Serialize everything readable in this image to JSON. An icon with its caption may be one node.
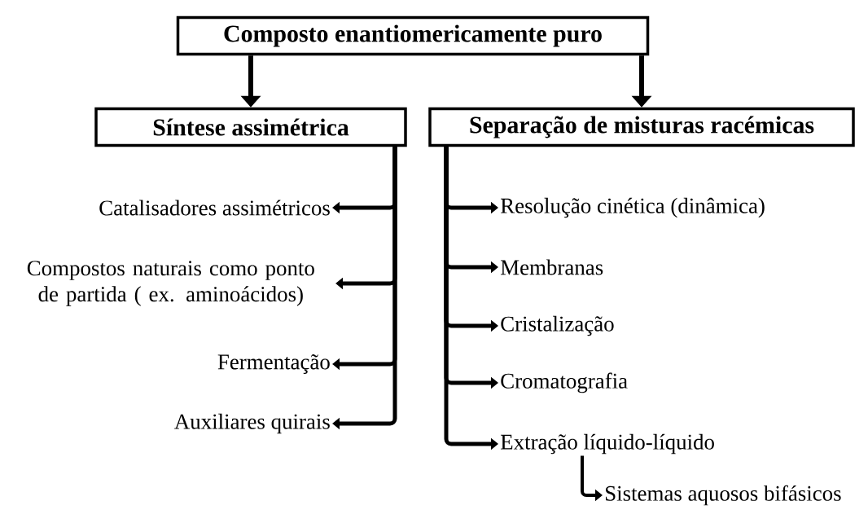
{
  "diagram": {
    "nodes": [
      {
        "text": [
          "Composto enantiomericamente puro"
        ]
      },
      {
        "text": [
          "Síntese assimétrica"
        ]
      },
      {
        "text": [
          "Separação de misturas racémicas"
        ]
      },
      {
        "text": [
          "Catalisadores assimétricos"
        ]
      },
      {
        "text": [
          "Compostos naturais como ponto de partida ( ex. aminoácidos)"
        ]
      },
      {
        "text": [
          "Fermentação"
        ]
      },
      {
        "text": [
          "Auxiliares quirais"
        ]
      },
      {
        "text": [
          "Resolução cinética (dinâmica)"
        ]
      },
      {
        "text": [
          "Membranas"
        ]
      },
      {
        "text": [
          "Cristalização"
        ]
      },
      {
        "text": [
          "Cromatografia"
        ]
      },
      {
        "text": [
          "Extração líquido-líquido"
        ]
      },
      {
        "text": [
          "Sistemas aquosos bifásicos"
        ]
      }
    ],
    "edges": [
      {
        "from": 0,
        "to": 1,
        "arrow": "to"
      },
      {
        "from": 0,
        "to": 2,
        "arrow": "to"
      },
      {
        "from": 1,
        "to": 3,
        "arrow": "to"
      },
      {
        "from": 1,
        "to": 4,
        "arrow": "to"
      },
      {
        "from": 1,
        "to": 5,
        "arrow": "to"
      },
      {
        "from": 1,
        "to": 6,
        "arrow": "to"
      },
      {
        "from": 2,
        "to": 7,
        "arrow": "to"
      },
      {
        "from": 2,
        "to": 8,
        "arrow": "to"
      },
      {
        "from": 2,
        "to": 9,
        "arrow": "to"
      },
      {
        "from": 2,
        "to": 10,
        "arrow": "to"
      },
      {
        "from": 2,
        "to": 11,
        "arrow": "to"
      },
      {
        "from": 11,
        "to": 12,
        "arrow": "to"
      }
    ]
  }
}
